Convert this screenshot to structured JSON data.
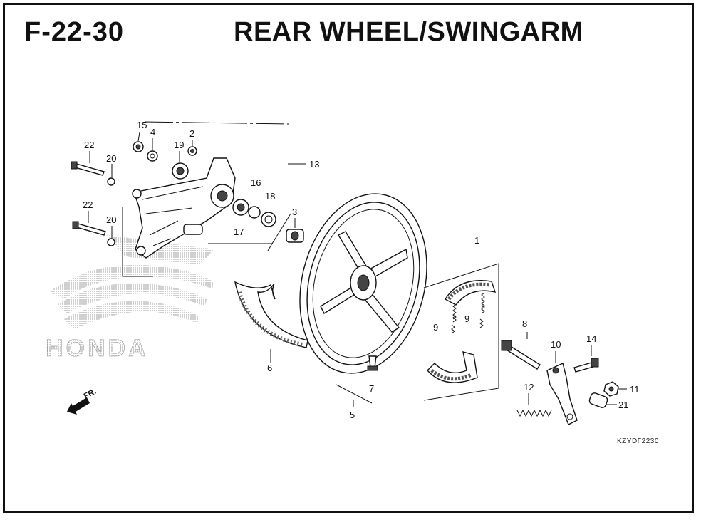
{
  "header": {
    "code": "F-22-30",
    "title": "REAR WHEEL/SWINGARM"
  },
  "watermark": {
    "text": "HONDA"
  },
  "direction": {
    "label": "FR."
  },
  "reference": "KZYDΓ2230",
  "callouts": [
    {
      "num": "15"
    },
    {
      "num": "4"
    },
    {
      "num": "2"
    },
    {
      "num": "19"
    },
    {
      "num": "22"
    },
    {
      "num": "20"
    },
    {
      "num": "22"
    },
    {
      "num": "20"
    },
    {
      "num": "16"
    },
    {
      "num": "18"
    },
    {
      "num": "17"
    },
    {
      "num": "13"
    },
    {
      "num": "3"
    },
    {
      "num": "1"
    },
    {
      "num": "6"
    },
    {
      "num": "9"
    },
    {
      "num": "9"
    },
    {
      "num": "8"
    },
    {
      "num": "10"
    },
    {
      "num": "14"
    },
    {
      "num": "12"
    },
    {
      "num": "11"
    },
    {
      "num": "21"
    },
    {
      "num": "7"
    },
    {
      "num": "5"
    }
  ]
}
